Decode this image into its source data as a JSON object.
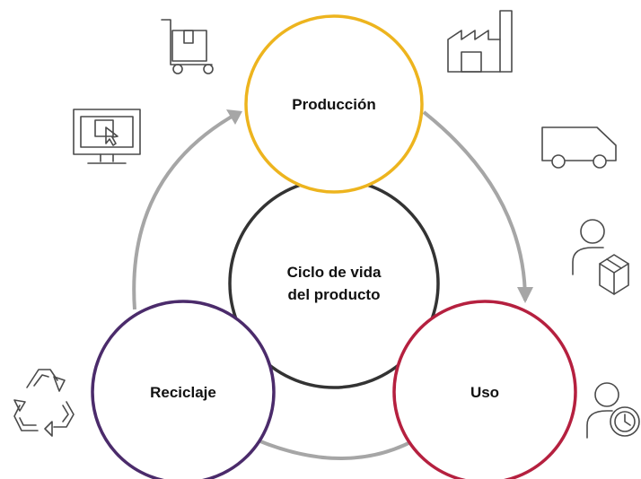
{
  "center": {
    "line1": "Ciclo de vida",
    "line2": "del producto",
    "color": "#333333"
  },
  "stages": {
    "production": {
      "label": "Producción",
      "color": "#EDB41E"
    },
    "use": {
      "label": "Uso",
      "color": "#B5203F"
    },
    "recycling": {
      "label": "Reciclaje",
      "color": "#4B2B6B"
    }
  },
  "arrow_color": "#A6A6A6",
  "icons": [
    "hand-truck-icon",
    "factory-icon",
    "computer-cursor-icon",
    "delivery-van-icon",
    "person-package-icon",
    "recycle-icon",
    "person-clock-icon"
  ]
}
